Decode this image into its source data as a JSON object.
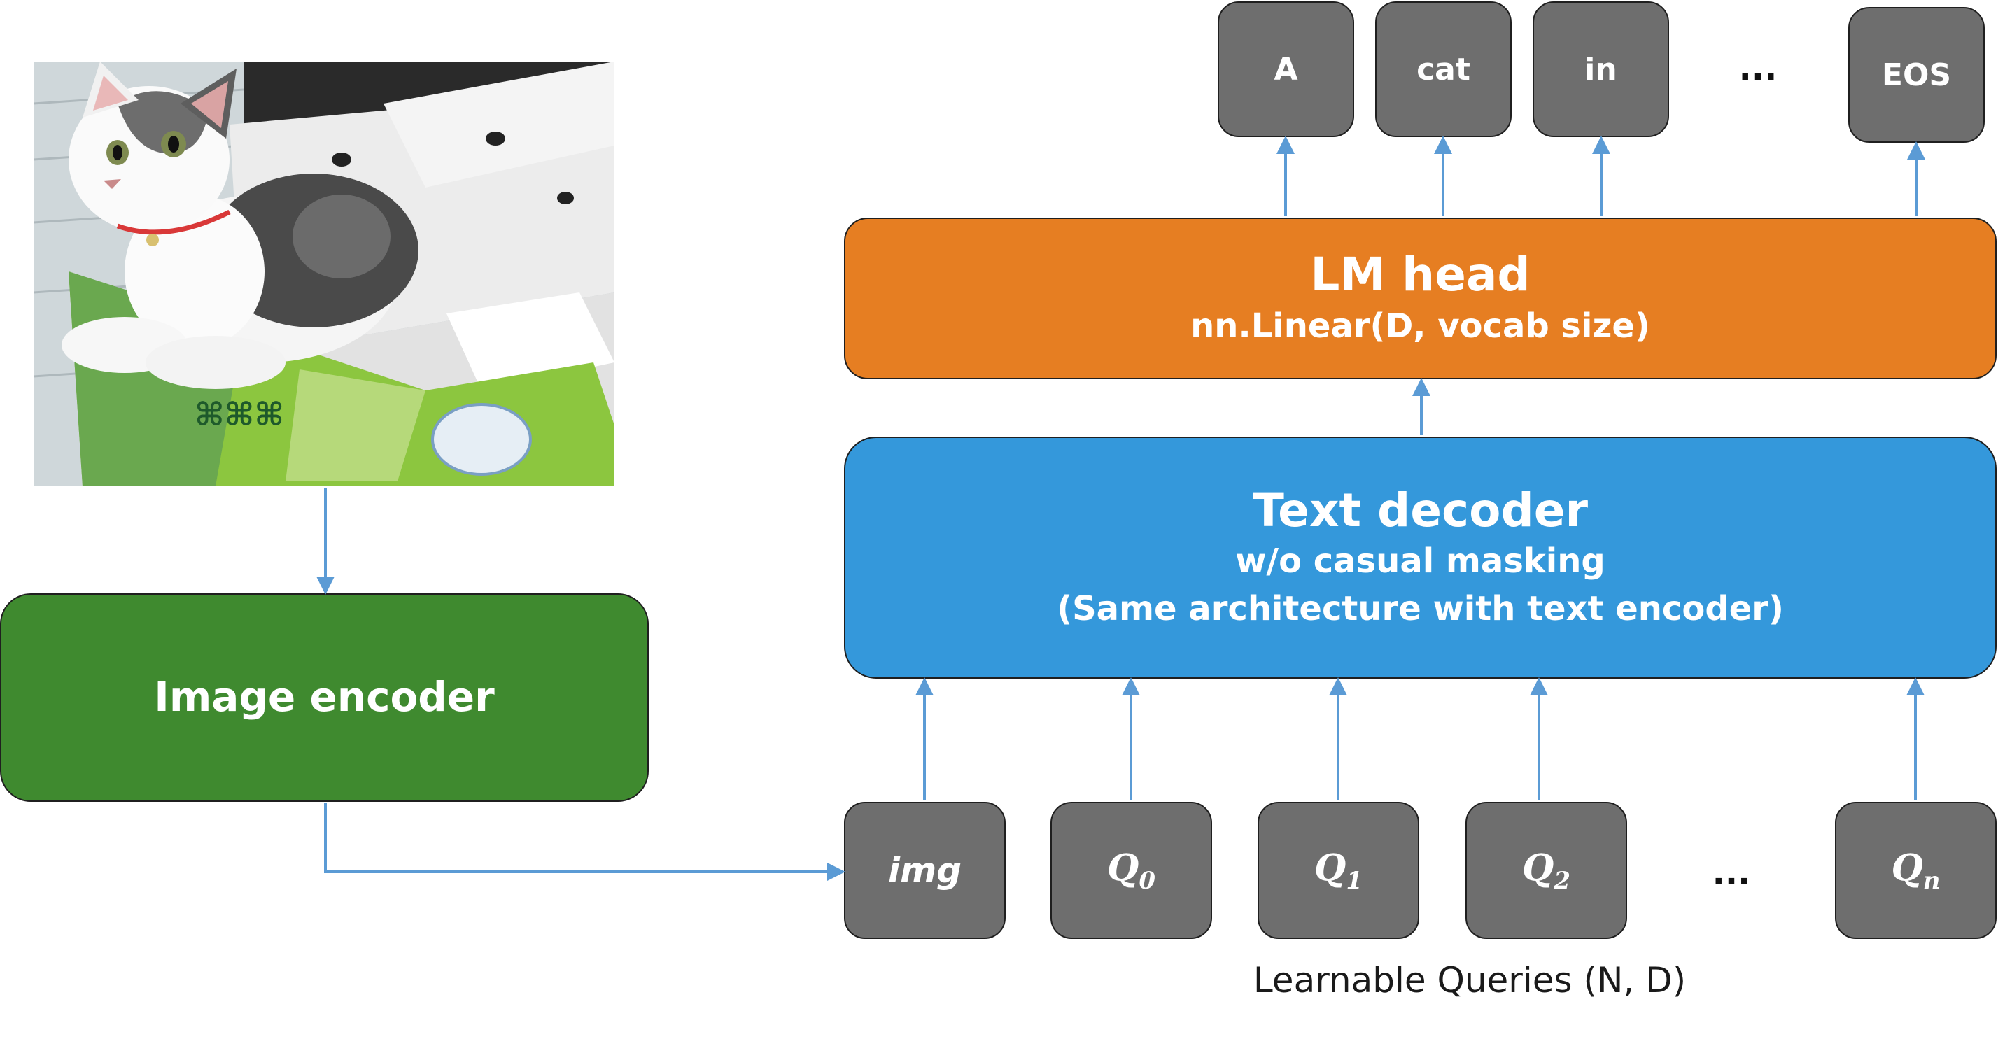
{
  "photo": {
    "description_icon": "cat-in-box-photo"
  },
  "image_encoder": {
    "label": "Image encoder"
  },
  "text_decoder": {
    "title": "Text decoder",
    "line2": "w/o casual masking",
    "line3": "(Same architecture with text encoder)"
  },
  "lm_head": {
    "title": "LM head",
    "subtitle": "nn.Linear(D, vocab size)"
  },
  "output_tokens": {
    "t0": "A",
    "t1": "cat",
    "t2": "in",
    "ellipsis": "...",
    "t3": "EOS"
  },
  "input_tokens": {
    "img": "img",
    "q0": "Q",
    "q0_sub": "0",
    "q1": "Q",
    "q1_sub": "1",
    "q2": "Q",
    "q2_sub": "2",
    "ellipsis": "...",
    "qn": "Q",
    "qn_sub": "n"
  },
  "caption": {
    "text": "Learnable Queries (N, D)"
  },
  "colors": {
    "token_gray": "#6e6e6e",
    "lm_head_orange": "#e67e22",
    "decoder_blue": "#3498db",
    "encoder_green": "#3f8a2f",
    "arrow_blue": "#5b9bd5"
  }
}
